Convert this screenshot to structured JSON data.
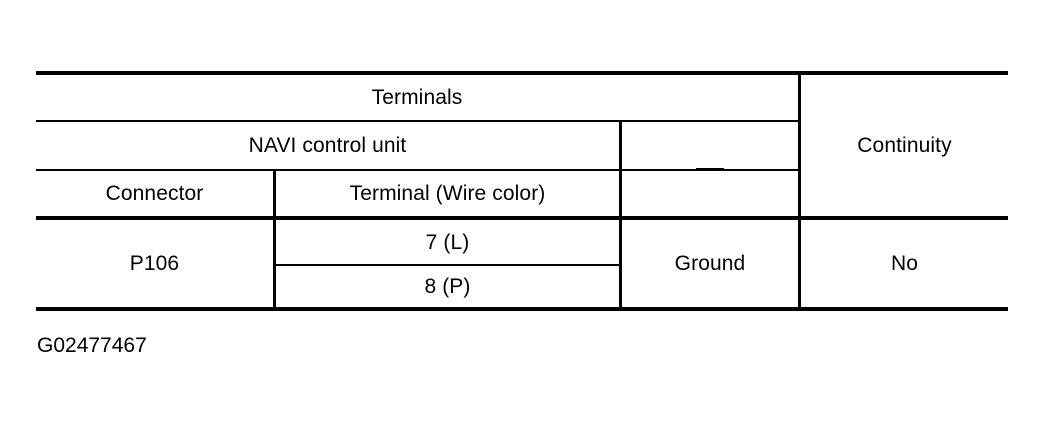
{
  "document": {
    "caption": "G02477467"
  },
  "table": {
    "headers": {
      "terminals": "Terminals",
      "navi_control_unit": "NAVI control unit",
      "connector": "Connector",
      "terminal_wire_color": "Terminal (Wire color)",
      "measure_point": "—",
      "continuity": "Continuity"
    },
    "rows": [
      {
        "connector": "P106",
        "terminals": [
          "7 (L)",
          "8 (P)"
        ],
        "measure_point": "Ground",
        "continuity": "No"
      }
    ]
  },
  "colors": {
    "background": "#ffffff",
    "rule": "#000000",
    "text": "#000000"
  }
}
